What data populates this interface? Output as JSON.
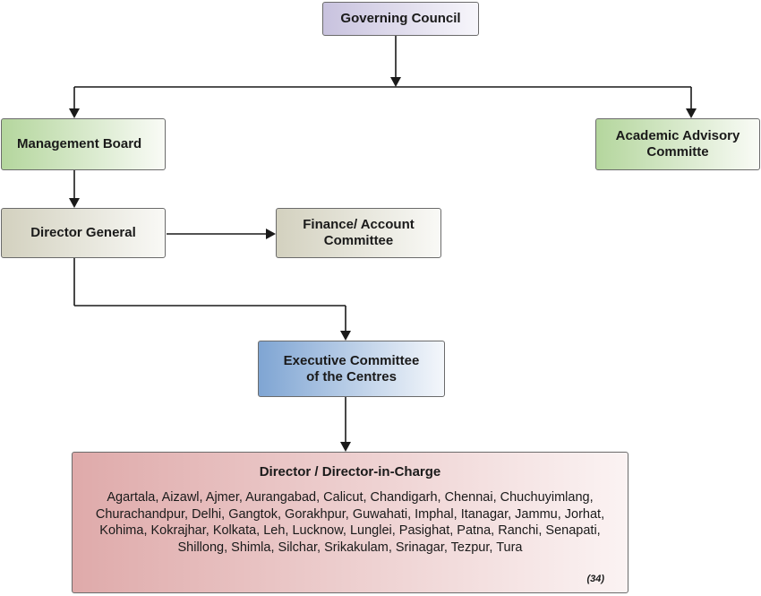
{
  "nodes": {
    "governing_council": "Governing Council",
    "management_board": "Management Board",
    "academic_advisory_committe": "Academic Advisory\nCommitte",
    "director_general": "Director General",
    "finance_account_committee": "Finance/ Account\nCommittee",
    "executive_committee": "Executive Committee\nof the Centres",
    "director_in_charge": {
      "title": "Director / Director-in-Charge",
      "centres": "Agartala, Aizawl, Ajmer, Aurangabad, Calicut, Chandigarh, Chennai, Chuchuyimlang, Churachandpur, Delhi, Gangtok, Gorakhpur, Guwahati, Imphal, Itanagar, Jammu, Jorhat, Kohima, Kokrajhar, Kolkata, Leh, Lucknow, Lunglei, Pasighat, Patna, Ranchi, Senapati, Shillong, Shimla, Silchar, Srikakulam, Srinagar, Tezpur, Tura",
      "count": "(34)"
    }
  },
  "colors": {
    "governing_council": "#c8c2de",
    "management_board": "#b4d69d",
    "academic_advisory": "#b4d69d",
    "director_general": "#d3d1bf",
    "finance_account": "#d3d1bf",
    "executive_committee": "#7fa5d3",
    "director_in_charge": "#dfaaaa",
    "connector": "#1a1a1a"
  },
  "edges": [
    {
      "from": "Governing Council",
      "to": "Management Board"
    },
    {
      "from": "Governing Council",
      "to": "Academic Advisory\nCommitte"
    },
    {
      "from": "Management Board",
      "to": "Director General"
    },
    {
      "from": "Director General",
      "to": "Finance/ Account\nCommittee"
    },
    {
      "from": "Director General",
      "to": "Executive Committee\nof the Centres"
    },
    {
      "from": "Executive Committee\nof the Centres",
      "to": "Director / Director-in-Charge"
    }
  ]
}
